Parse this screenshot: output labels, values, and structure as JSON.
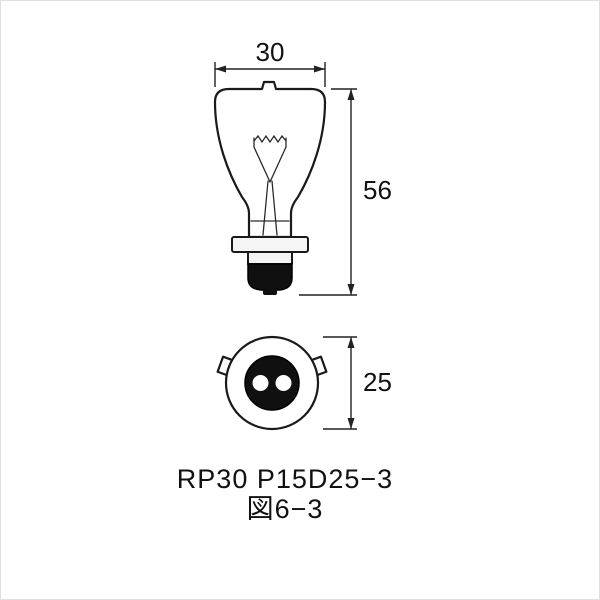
{
  "diagram": {
    "title": "bulb-technical-drawing",
    "dimensions": {
      "bulb_width_mm": "30",
      "overall_height_mm": "56",
      "base_diameter_mm": "25"
    },
    "caption": {
      "model_label": "RP30 P15D25−3",
      "figure_label": "図6−3"
    },
    "colors": {
      "line": "#1a1a1a",
      "dimension_line": "#222222",
      "base_fill": "#101010",
      "flange_fill": "#f7f7f7",
      "background": "#ffffff"
    },
    "views": {
      "front": "bulb-front-view",
      "bottom": "base-bottom-view"
    }
  }
}
